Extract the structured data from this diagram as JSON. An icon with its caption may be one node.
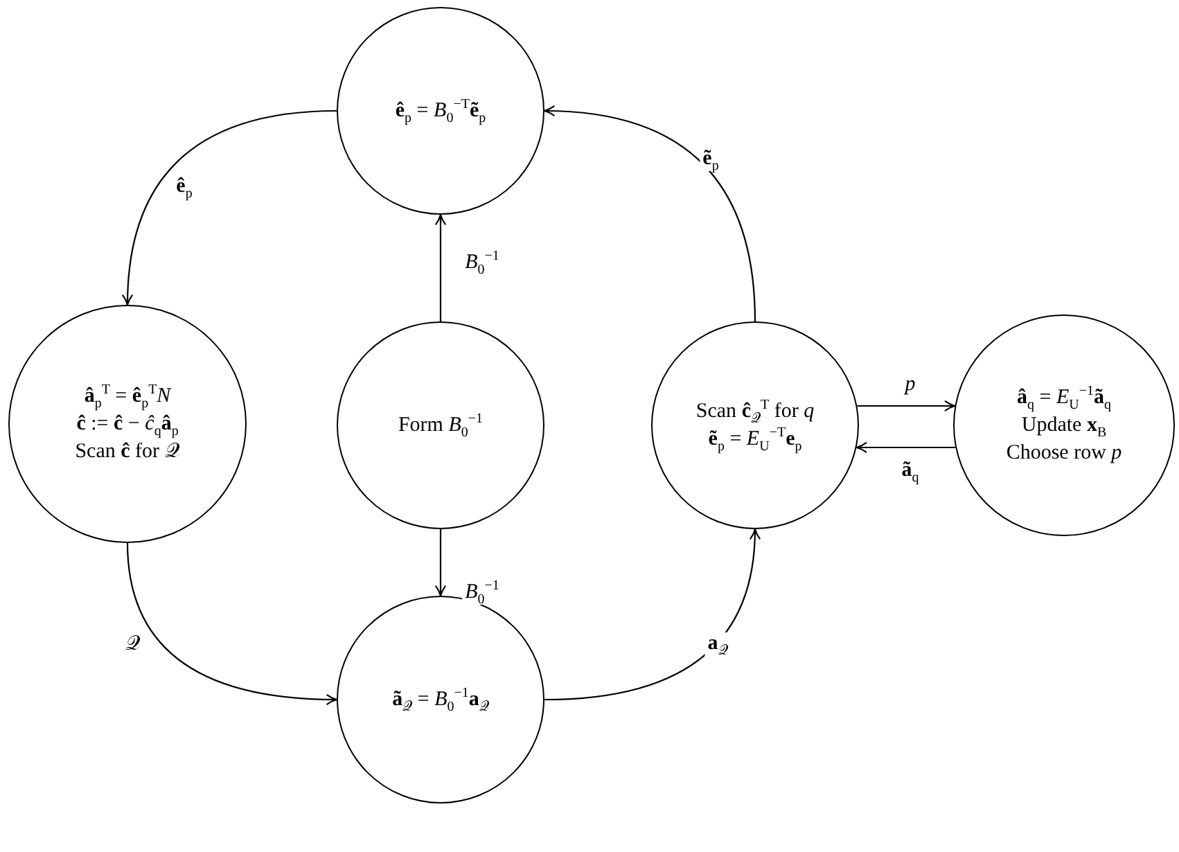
{
  "diagram": {
    "nodes": [
      {
        "text": [
          "**ê**$_{p}$ = *B*$_{0}$$^{−T}$**ẽ**$_{p}$"
        ]
      },
      {
        "text": [
          "**â**$_{p}$$^{T}$ = **ê**$_{p}$$^{T}$*N*",
          "**ĉ** := **ĉ** − *ĉ*$_{q}$**â**$_{p}$",
          "Scan **ĉ** for 𝒬"
        ]
      },
      {
        "text": [
          "Form *B*$_{0}$$^{−1}$"
        ]
      },
      {
        "text": [
          "Scan **ĉ**$_{𝒬}$$^{T}$ for *q*",
          "**ẽ**$_{p}$ = *E*$_{U}$$^{−T}$**e**$_{p}$"
        ]
      },
      {
        "text": [
          "**â**$_{q}$ = *E*$_{U}$$^{−1}$**ã**$_{q}$",
          "Update **x**$_{B}$",
          "Choose row *p*"
        ]
      },
      {
        "text": [
          "**ã**$_{𝒬}$ = *B*$_{0}$$^{−1}$**a**$_{𝒬}$"
        ]
      }
    ],
    "edges": [
      {
        "from": 0,
        "to": 1,
        "arrow": "to",
        "label": "**ê**$_{p}$"
      },
      {
        "from": 1,
        "to": 5,
        "arrow": "to",
        "label": "𝒬"
      },
      {
        "from": 5,
        "to": 3,
        "arrow": "to",
        "label": "**a**$_{𝒬}$"
      },
      {
        "from": 3,
        "to": 0,
        "arrow": "to",
        "label": "**ẽ**$_{p}$"
      },
      {
        "from": 2,
        "to": 0,
        "arrow": "to",
        "label": "*B*$_{0}$$^{−1}$"
      },
      {
        "from": 2,
        "to": 5,
        "arrow": "to",
        "label": "*B*$_{0}$$^{−1}$"
      },
      {
        "from": 3,
        "to": 4,
        "arrow": "to",
        "label": "*p*"
      },
      {
        "from": 4,
        "to": 3,
        "arrow": "to",
        "label": "**ã**$_{q}$"
      }
    ]
  }
}
